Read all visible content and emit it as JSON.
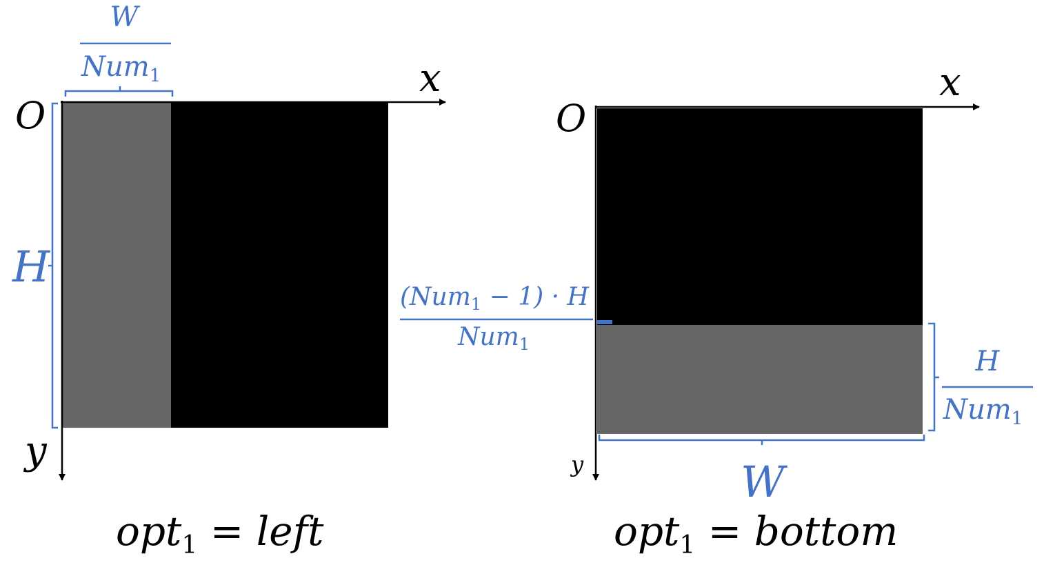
{
  "colors": {
    "accent": "#4472c4",
    "region": "#000000",
    "highlight": "#666666",
    "axis": "#000000"
  },
  "left_panel": {
    "origin_label": "O",
    "x_label": "x",
    "y_label": "y",
    "width_fraction": {
      "numerator": "W",
      "denominator_base": "Num",
      "denominator_sub": "1"
    },
    "height_label": "H",
    "caption": {
      "base": "opt",
      "sub": "1",
      "rest": " = left"
    }
  },
  "right_panel": {
    "origin_label": "O",
    "x_label": "x",
    "y_label": "y",
    "offset_fraction": {
      "numerator_pre": "(Num",
      "numerator_sub": "1",
      "numerator_post": " − 1) · H",
      "denominator_base": "Num",
      "denominator_sub": "1"
    },
    "height_fraction": {
      "numerator": "H",
      "denominator_base": "Num",
      "denominator_sub": "1"
    },
    "width_label": "W",
    "caption": {
      "base": "opt",
      "sub": "1",
      "rest": " = bottom"
    }
  }
}
